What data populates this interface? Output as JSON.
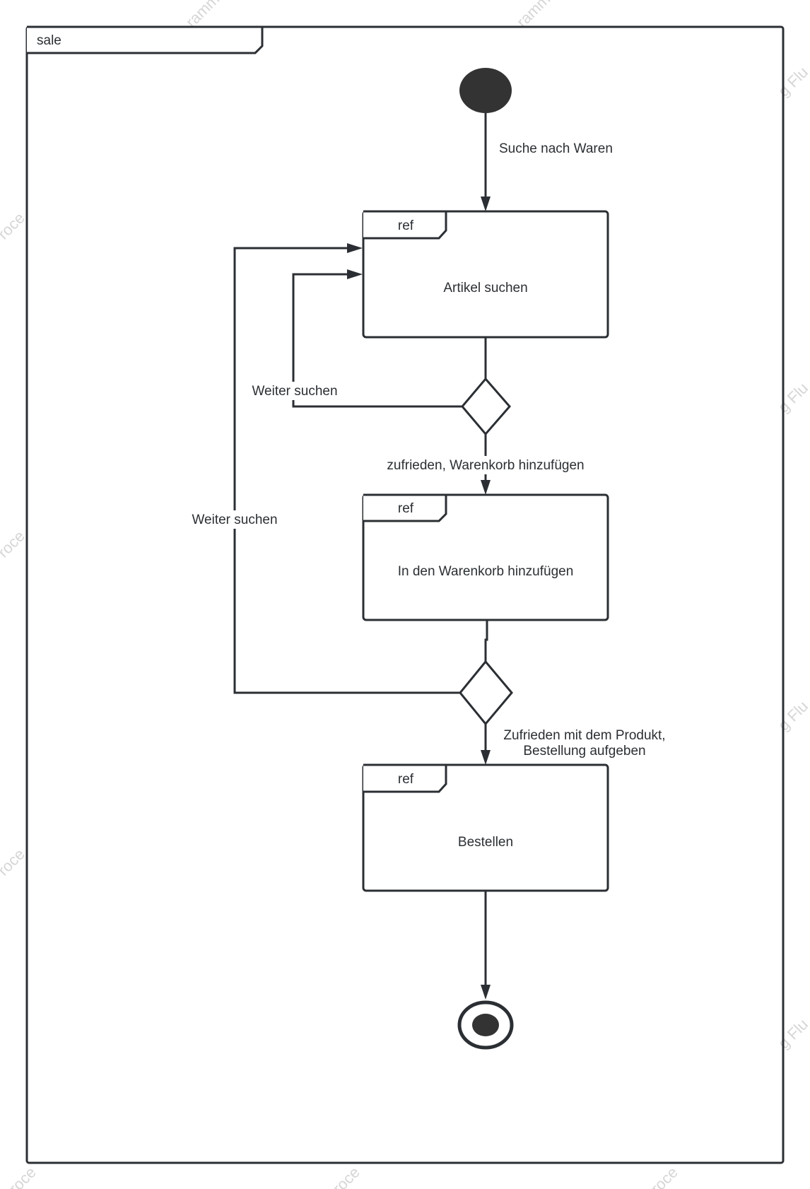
{
  "colors": {
    "stroke": "#2b2f33",
    "fill_dark": "#333333",
    "background": "#ffffff",
    "watermark": "#d6d6d6"
  },
  "frame": {
    "title": "sale"
  },
  "nodes": {
    "search": {
      "tag": "ref",
      "label": "Artikel suchen"
    },
    "cart": {
      "tag": "ref",
      "label": "In den Warenkorb hinzufügen"
    },
    "order": {
      "tag": "ref",
      "label": "Bestellen"
    }
  },
  "edges": {
    "start_to_search": "Suche nach Waren",
    "loop_inner": "Weiter suchen",
    "to_cart": "zufrieden, Warenkorb hinzufügen",
    "loop_outer": "Weiter suchen",
    "to_order_line1": "Zufrieden mit dem Produkt,",
    "to_order_line2": "Bestellung aufgeben"
  },
  "watermark_fragments": {
    "a": "ramm",
    "b": "ramm",
    "c": "g Flu",
    "d": "roce",
    "e": "g Flu",
    "f": "roce",
    "g": "g Flu",
    "h": "roce",
    "i": "g Flu",
    "j": "roce",
    "k": "roce",
    "l": "roce"
  }
}
